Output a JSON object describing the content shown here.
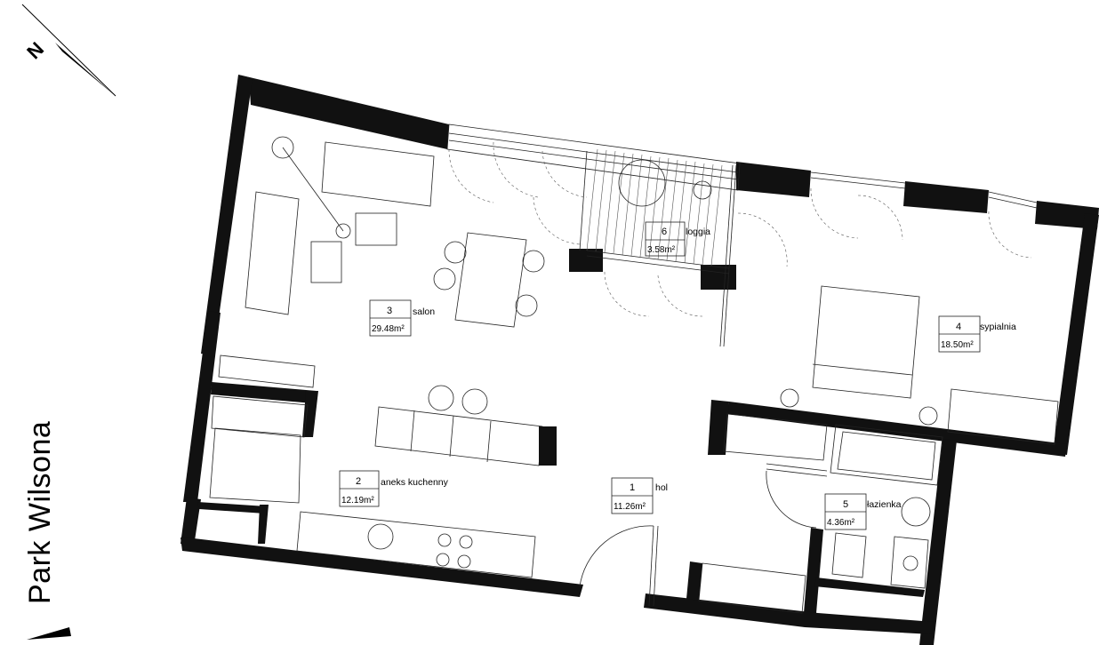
{
  "site_label": "Park Wilsona",
  "north_marker": {
    "letter": "N",
    "icon": "north-arrow-icon"
  },
  "rooms": [
    {
      "id": "room-1",
      "number": "1",
      "name": "hol",
      "area": "11.26m²"
    },
    {
      "id": "room-2",
      "number": "2",
      "name": "aneks kuchenny",
      "area": "12.19m²"
    },
    {
      "id": "room-3",
      "number": "3",
      "name": "salon",
      "area": "29.48m²"
    },
    {
      "id": "room-4",
      "number": "4",
      "name": "sypialnia",
      "area": "18.50m²"
    },
    {
      "id": "room-5",
      "number": "5",
      "name": "łazienka",
      "area": "4.36m²"
    },
    {
      "id": "room-6",
      "number": "6",
      "name": "loggia",
      "area": "3.58m²"
    }
  ]
}
